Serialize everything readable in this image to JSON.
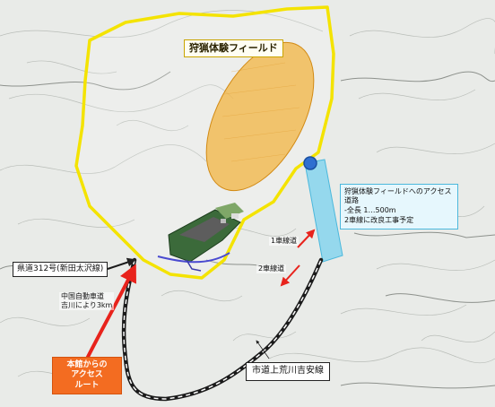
{
  "labels": {
    "field_title": "狩猟体験フィールド",
    "access_road_title": "狩猟体験フィールドへのアクセス道路",
    "access_road_length": "-全長 1…500m",
    "access_road_note": "2車線に改良工事予定",
    "lane_one": "1車線道",
    "lane_two": "2車線道",
    "prefectural_road": "県道312号(新田太沢線)",
    "expressway_line1": "中国自動車道",
    "expressway_line2": "吉川により3km",
    "city_road": "市道上荒川吉安線",
    "main_access_lines": [
      "本館からの",
      "アクセス",
      "ルート"
    ]
  },
  "colors": {
    "field_area": "#f2b441",
    "boundary": "#f4e300",
    "access_road_zone": "#7fd3ee",
    "road": "#1a1a1a",
    "arrow_red": "#e8231c",
    "main_access_box": "#f36c21"
  },
  "icons": {
    "marker": "blue-circle-marker",
    "facility": "facility-complex-icon"
  }
}
